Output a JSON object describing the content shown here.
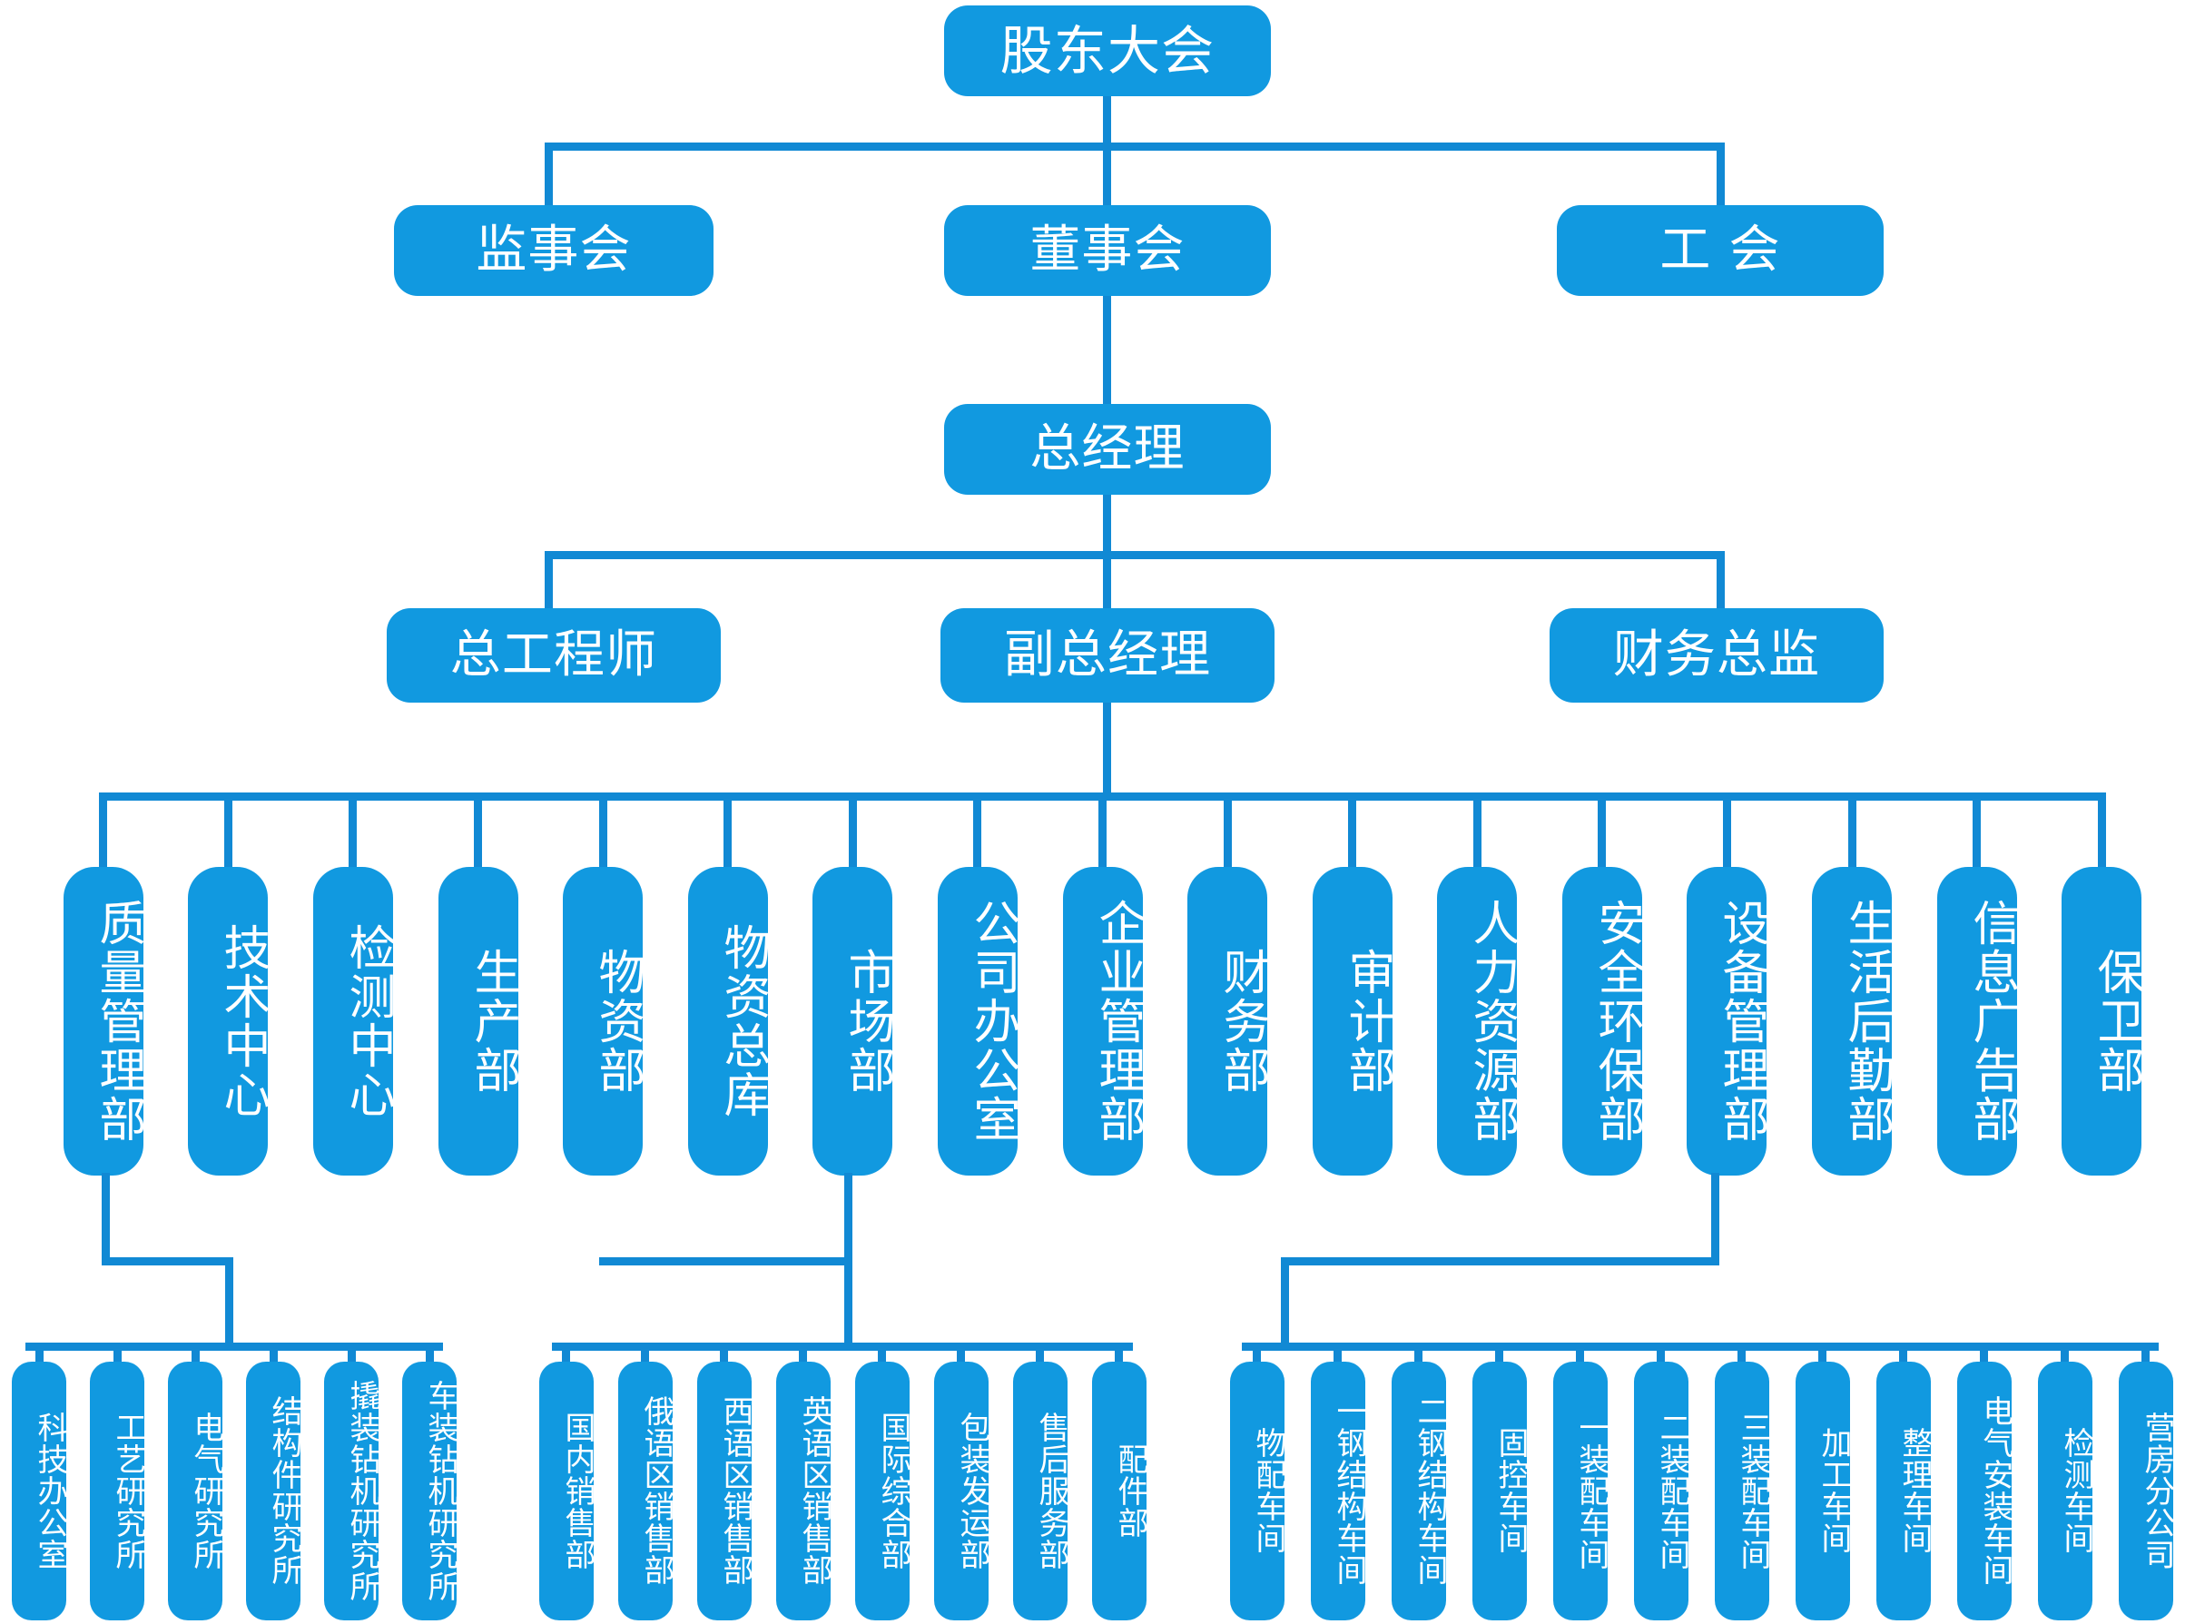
{
  "meta": {
    "title": "公司组织结构图",
    "accent_color": "#1199e0",
    "line_color": "#1189d4",
    "text_color": "#ffffff",
    "background_color": "#ffffff"
  },
  "level1": {
    "label": "股东大会"
  },
  "level2": [
    {
      "label": "监事会"
    },
    {
      "label": "董事会"
    },
    {
      "label": "工  会"
    }
  ],
  "level3": {
    "label": "总经理"
  },
  "level4": [
    {
      "label": "总工程师"
    },
    {
      "label": "副总经理"
    },
    {
      "label": "财务总监"
    }
  ],
  "departments": [
    {
      "label": "质量管理部"
    },
    {
      "label": "技术中心"
    },
    {
      "label": "检测中心"
    },
    {
      "label": "生产部"
    },
    {
      "label": "物资部"
    },
    {
      "label": "物资总库"
    },
    {
      "label": "市场部"
    },
    {
      "label": "公司办公室"
    },
    {
      "label": "企业管理部"
    },
    {
      "label": "财务部"
    },
    {
      "label": "审计部"
    },
    {
      "label": "人力资源部"
    },
    {
      "label": "安全环保部"
    },
    {
      "label": "设备管理部"
    },
    {
      "label": "生活后勤部"
    },
    {
      "label": "信息广告部"
    },
    {
      "label": "保卫部"
    }
  ],
  "group_technology": {
    "parent": "技术中心",
    "items": [
      {
        "label": "科技办公室"
      },
      {
        "label": "工艺研究所"
      },
      {
        "label": "电气研究所"
      },
      {
        "label": "结构件研究所"
      },
      {
        "label": "撬装钻机研究所"
      },
      {
        "label": "车装钻机研究所"
      }
    ]
  },
  "group_market": {
    "parent": "市场部",
    "items": [
      {
        "label": "国内销售部"
      },
      {
        "label": "俄语区销售部"
      },
      {
        "label": "西语区销售部"
      },
      {
        "label": "英语区销售部"
      },
      {
        "label": "国际综合部"
      },
      {
        "label": "包装发运部"
      },
      {
        "label": "售后服务部"
      },
      {
        "label": "配件部"
      }
    ]
  },
  "group_production": {
    "parent": "设备管理部",
    "items": [
      {
        "label": "物配车间"
      },
      {
        "label": "一钢结构车间"
      },
      {
        "label": "二钢结构车间"
      },
      {
        "label": "固控车间"
      },
      {
        "label": "一装配车间"
      },
      {
        "label": "二装配车间"
      },
      {
        "label": "三装配车间"
      },
      {
        "label": "加工车间"
      },
      {
        "label": "整理车间"
      },
      {
        "label": "电气安装车间"
      },
      {
        "label": "检测车间"
      },
      {
        "label": "营房分公司"
      }
    ]
  }
}
